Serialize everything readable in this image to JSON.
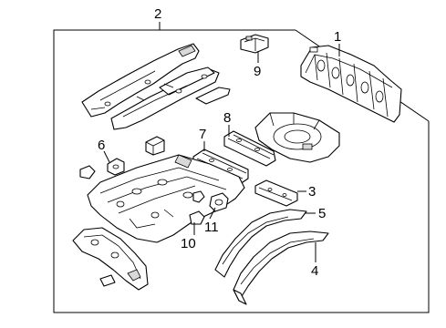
{
  "callouts": {
    "c1": "1",
    "c2": "2",
    "c3": "3",
    "c4": "4",
    "c5": "5",
    "c6": "6",
    "c7": "7",
    "c8": "8",
    "c9": "9",
    "c10": "10",
    "c11": "11"
  },
  "style": {
    "line_color": "#000000",
    "background": "#ffffff"
  }
}
